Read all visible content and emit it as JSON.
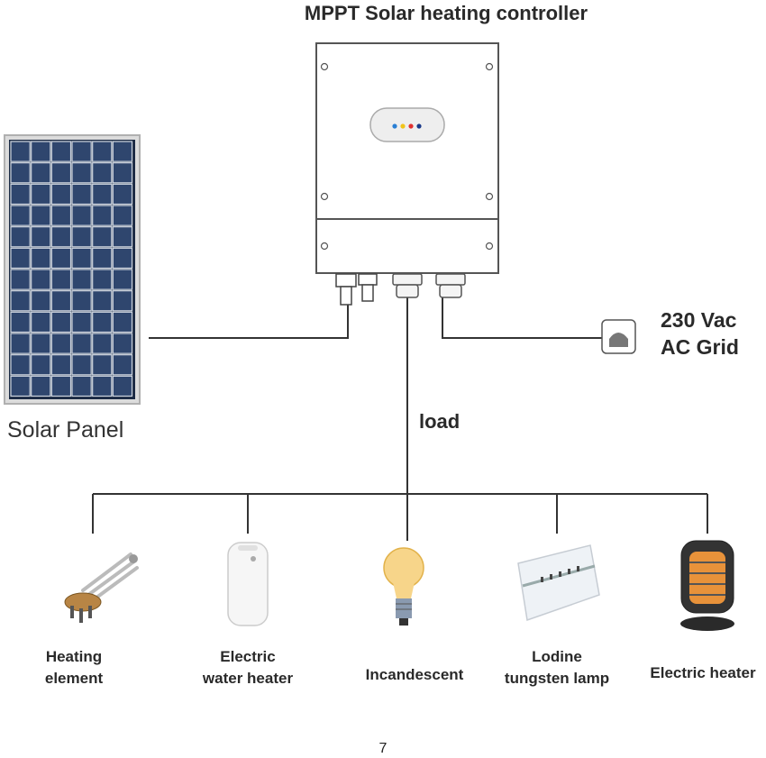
{
  "title": "MPPT Solar heating controller",
  "source": {
    "label": "Solar Panel"
  },
  "grid": {
    "line1": "230 Vac",
    "line2": "AC Grid"
  },
  "load": {
    "label": "load"
  },
  "appliances": [
    {
      "line1": "Heating",
      "line2": "element",
      "icon": "heating-element-icon"
    },
    {
      "line1": "Electric",
      "line2": "water heater",
      "icon": "water-heater-icon"
    },
    {
      "line1": "Incandescent",
      "line2": "",
      "icon": "light-bulb-icon"
    },
    {
      "line1": "Lodine",
      "line2": "tungsten lamp",
      "icon": "tungsten-lamp-icon"
    },
    {
      "line1": "Electric heater",
      "line2": "",
      "icon": "electric-heater-icon"
    }
  ],
  "controller": {
    "led_colors": [
      "#2a7fd4",
      "#f0c419",
      "#e03030",
      "#1a3a8a"
    ]
  },
  "page_number": "7"
}
